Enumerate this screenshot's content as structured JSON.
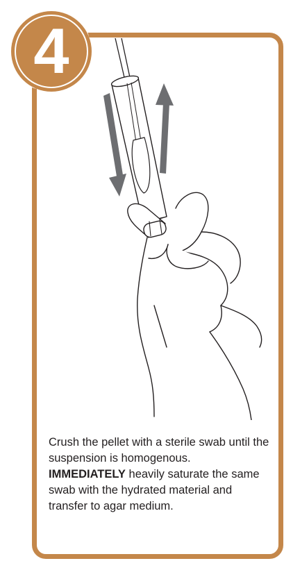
{
  "step": {
    "number": "4"
  },
  "instructions": {
    "line1": "Crush the pellet with a sterile swab until the suspension is homogenous.",
    "emphasis": "IMMEDIATELY",
    "line2": " heavily saturate the same swab with the hydrated material and transfer to agar medium."
  },
  "colors": {
    "accent": "#c4874a",
    "arrow": "#6d6e71",
    "text": "#231f20"
  },
  "icons": {
    "illustration": "hand-holding-tube-with-swab",
    "arrow_down": "arrow-down-icon",
    "arrow_up": "arrow-up-icon"
  }
}
